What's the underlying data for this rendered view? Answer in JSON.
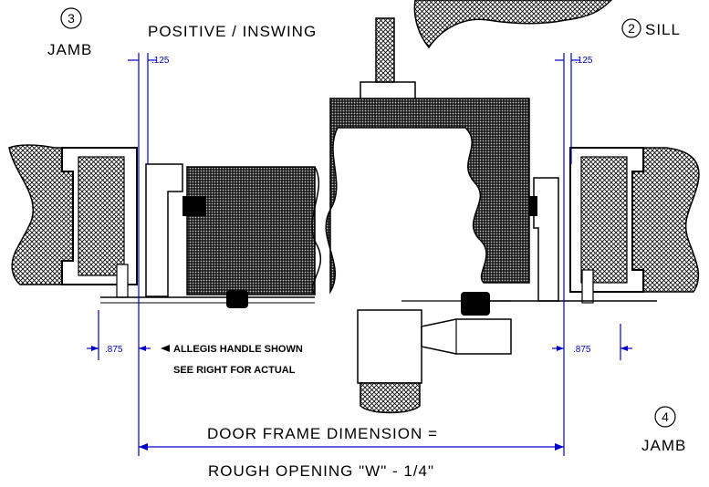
{
  "labels": {
    "title": "POSITIVE / INSWING",
    "jamb_left_number": "3",
    "jamb_left": "JAMB",
    "sill_number": "2",
    "sill": "SILL",
    "jamb_right_number": "4",
    "jamb_right": "JAMB",
    "dim_top_left": ".125",
    "dim_top_right": ".125",
    "dim_bottom_left": ".875",
    "dim_bottom_right": ".875",
    "note_line1": "ALLEGIS HANDLE SHOWN",
    "note_line2": "SEE RIGHT FOR ACTUAL",
    "frame_dimension": "DOOR FRAME DIMENSION =",
    "rough_opening": "ROUGH OPENING \"W\" - 1/4\""
  },
  "colors": {
    "line": "#000000",
    "dimension": "#0000cc",
    "hatch_fill": "#888888"
  }
}
